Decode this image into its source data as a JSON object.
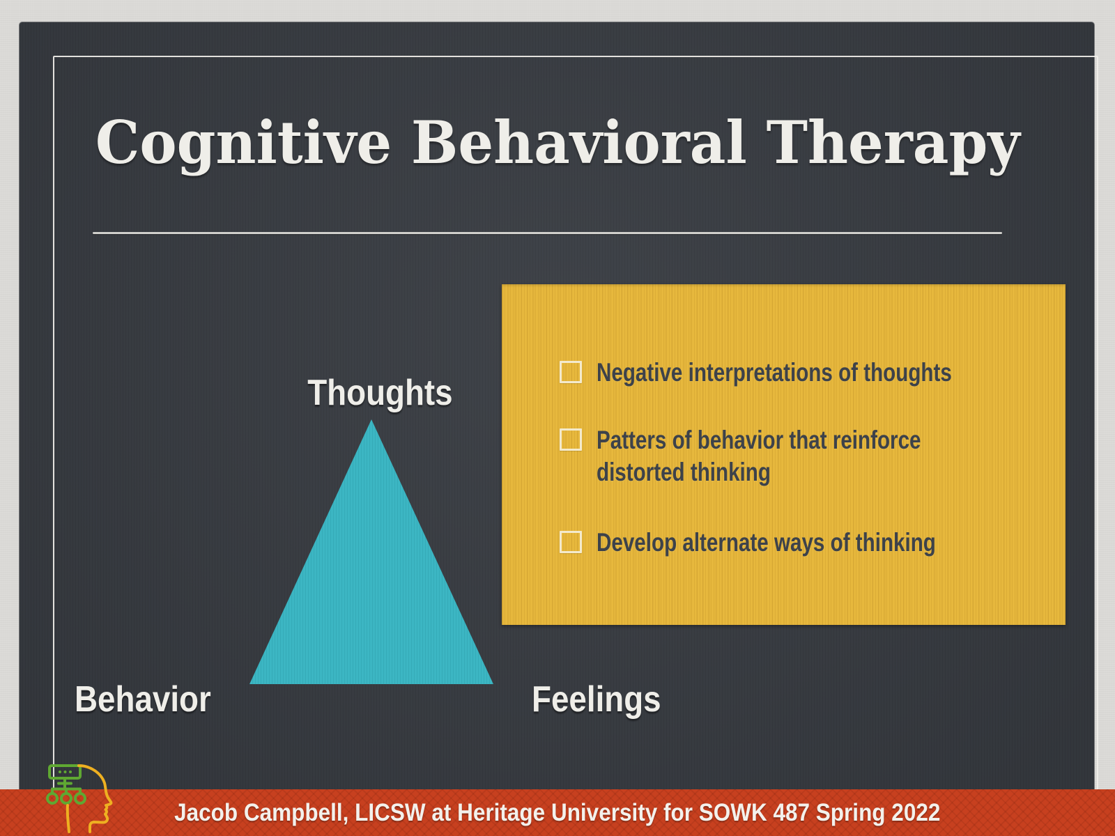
{
  "slide": {
    "title": "Cognitive Behavioral Therapy",
    "triangle": {
      "top_label": "Thoughts",
      "bottom_left_label": "Behavior",
      "bottom_right_label": "Feelings"
    },
    "callout": {
      "bullets": [
        {
          "text": "Negative interpretations of thoughts"
        },
        {
          "text": "Patters of behavior that reinforce\ndistorted thinking"
        },
        {
          "text": "Develop alternate ways of thinking"
        }
      ]
    },
    "footer": {
      "text": "Jacob Campbell, LICSW at Heritage University for SOWK 487 Spring 2022"
    },
    "icons": {
      "bullet_marker": "empty-checkbox-icon",
      "footer_logo": "head-flowchart-icon"
    },
    "colors": {
      "paper": "#dbdad7",
      "board": "#393d43",
      "triangle": "#3cb6c3",
      "callout": "#e7b83d",
      "footer_bar": "#c7401f",
      "text_light": "#efeee9",
      "text_dark": "#3d424a",
      "icon_green": "#5fa832",
      "icon_yellow": "#eeb021"
    }
  }
}
